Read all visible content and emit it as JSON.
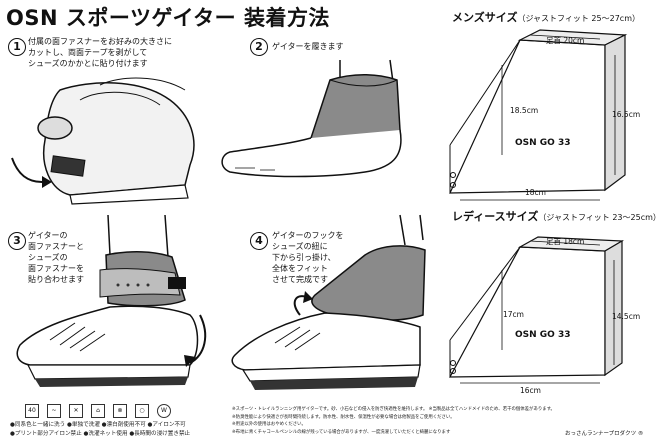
{
  "title": "OSN スポーツゲイター 装着方法",
  "steps": [
    {
      "num": "1",
      "text": "付属の面ファスナーをお好みの大きさに\nカットし、両面テープを剥がして\nシューズのかかとに貼り付けます"
    },
    {
      "num": "2",
      "text": "ゲイターを履きます"
    },
    {
      "num": "3",
      "text": "ゲイターの\n面ファスナーと\nシューズの\n面ファスナーを\n貼り合わせます"
    },
    {
      "num": "4",
      "text": "ゲイターのフックを\nシューズの紐に\n下から引っ掛け、\n全体をフィット\nさせて完成です"
    }
  ],
  "mens": {
    "title": "メンズサイズ",
    "sub": "（ジャストフィット 25〜27cm）",
    "top_width": "足首 20cm",
    "height": "18.5cm",
    "side": "16.5cm",
    "bottom": "18cm"
  },
  "ladies": {
    "title": "レディースサイズ",
    "sub": "（ジャストフィット 23〜25cm）",
    "top_width": "足首 18cm",
    "height": "17cm",
    "side": "14.5cm",
    "bottom": "16cm"
  },
  "logo_text": "OSN GO 33",
  "care_icons": [
    "40",
    "wash-icon",
    "bleach-icon",
    "iron-icon",
    "tumble-icon",
    "dry-icon",
    "W"
  ],
  "footer_left": [
    "●同系色と一緒に洗う ●単独で洗濯 ●漂白剤使用不可 ●アイロン不可",
    "●プリント部分アイロン禁止 ●洗濯ネット使用 ●長時間の浸け置き禁止"
  ],
  "footer_right": [
    "※スポーツ・トレイルランニング用ゲイターです。砂、小石などの侵入を防ぎ快適性を維持します。 ※当製品は全てハンドメイドのため、若干の個体差があります。",
    "※防臭性能により快適さが長時間持続します。防水性、耐水性、保温性が必要な場合は他製品をご使用ください。",
    "※用途以外の使用はおやめください。",
    "※布地に青くチャコールペンシルの線が残っている場合がありますが、一度洗濯していただくと綺麗になります"
  ],
  "brand": "おっさんランナープロダクツ ®"
}
